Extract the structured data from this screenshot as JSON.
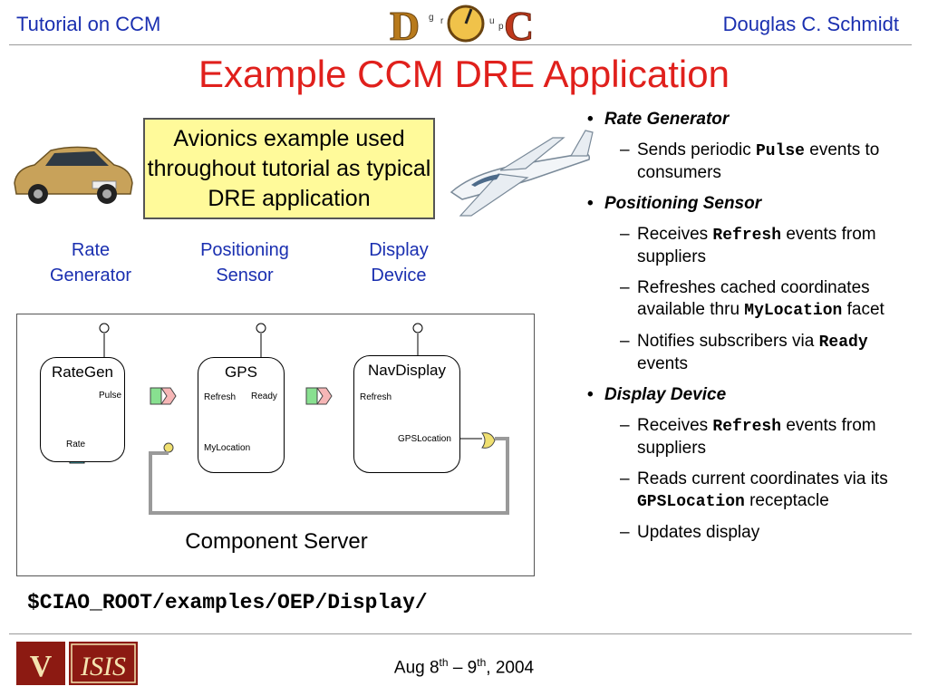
{
  "header": {
    "left": "Tutorial on CCM",
    "right": "Douglas C. Schmidt",
    "logo_letters": [
      "D",
      "O",
      "C"
    ],
    "logo_small": [
      "g",
      "r",
      "o",
      "u",
      "p"
    ]
  },
  "title": "Example CCM DRE Application",
  "callout": "Avionics example used throughout tutorial as typical DRE application",
  "component_labels": [
    "Rate\nGenerator",
    "Positioning\nSensor",
    "Display\nDevice"
  ],
  "diagram": {
    "components": [
      {
        "name": "RateGen",
        "ports": [
          "Pulse",
          "Rate"
        ]
      },
      {
        "name": "GPS",
        "ports": [
          "Refresh",
          "Ready",
          "MyLocation"
        ]
      },
      {
        "name": "NavDisplay",
        "ports": [
          "Refresh",
          "GPSLocation"
        ]
      }
    ],
    "server_label": "Component Server"
  },
  "path": "$CIAO_ROOT/examples/OEP/Display/",
  "bullets": [
    {
      "title": "Rate Generator",
      "items": [
        [
          {
            "t": "Sends periodic "
          },
          {
            "c": "Pulse"
          },
          {
            "t": " events to consumers"
          }
        ]
      ]
    },
    {
      "title": "Positioning Sensor",
      "items": [
        [
          {
            "t": "Receives "
          },
          {
            "c": "Refresh"
          },
          {
            "t": " events from suppliers"
          }
        ],
        [
          {
            "t": "Refreshes cached coordinates available thru "
          },
          {
            "c": "MyLocation"
          },
          {
            "t": " facet"
          }
        ],
        [
          {
            "t": "Notifies subscribers via "
          },
          {
            "c": "Ready"
          },
          {
            "t": " events"
          }
        ]
      ]
    },
    {
      "title": "Display Device",
      "items": [
        [
          {
            "t": "Receives "
          },
          {
            "c": "Refresh"
          },
          {
            "t": " events from suppliers"
          }
        ],
        [
          {
            "t": "Reads current coordinates via its "
          },
          {
            "c": "GPSLocation"
          },
          {
            "t": " receptacle"
          }
        ],
        [
          {
            "t": "Updates display"
          }
        ]
      ]
    }
  ],
  "footer": {
    "date_prefix": "Aug 8",
    "sup1": "th",
    "mid": " – 9",
    "sup2": "th",
    "suffix": ", 2004",
    "logo1_text": "V",
    "logo2_text": "ISIS"
  }
}
